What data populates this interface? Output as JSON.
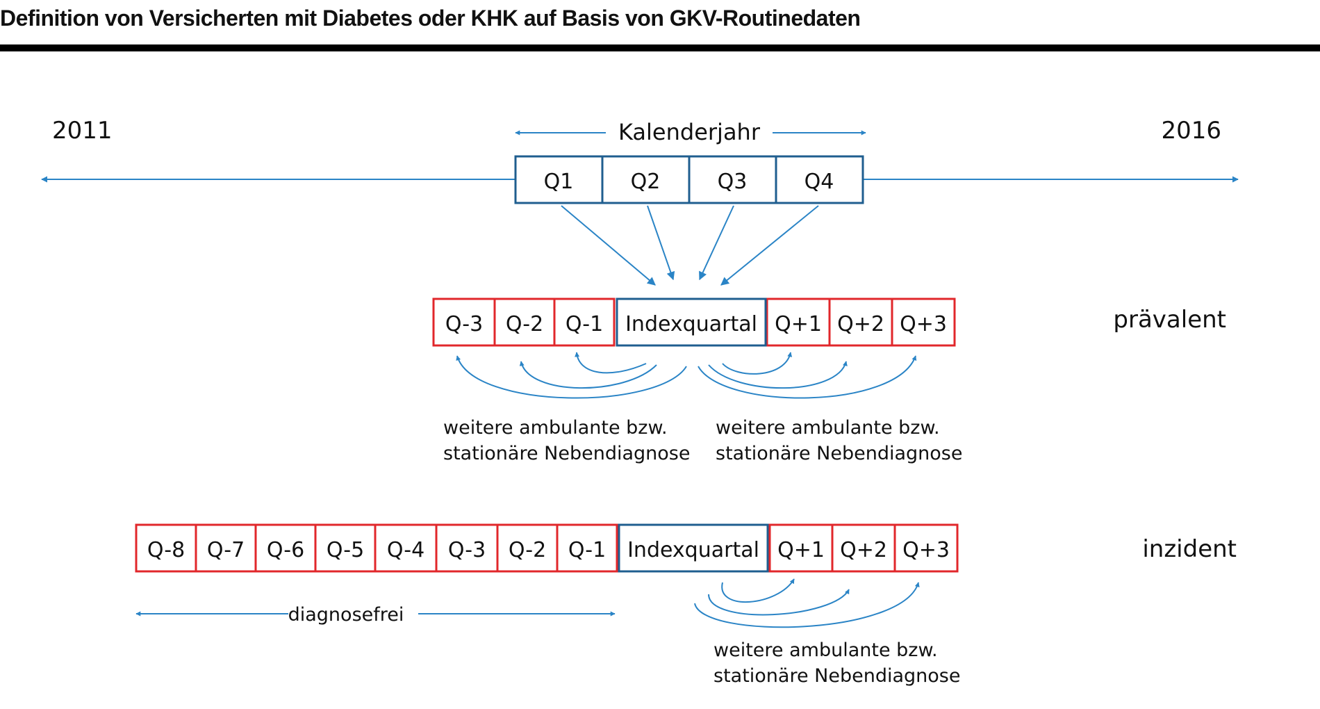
{
  "title": "Definition von Versicherten mit Diabetes oder KHK auf Basis von GKV-Routinedaten",
  "colors": {
    "blue": "#2a84c6",
    "darkblue": "#1f5e8f",
    "red": "#e1272b",
    "text": "#111111"
  },
  "timeline": {
    "start_year": "2011",
    "end_year": "2016",
    "calendar_label": "Kalenderjahr",
    "quarters": [
      "Q1",
      "Q2",
      "Q3",
      "Q4"
    ]
  },
  "prevalent": {
    "label": "prävalent",
    "before": [
      "Q-3",
      "Q-2",
      "Q-1"
    ],
    "index": "Indexquartal",
    "after": [
      "Q+1",
      "Q+2",
      "Q+3"
    ],
    "note_left_1": "weitere ambulante bzw.",
    "note_left_2": "stationäre Nebendiagnose",
    "note_right_1": "weitere ambulante bzw.",
    "note_right_2": "stationäre Nebendiagnose"
  },
  "incident": {
    "label": "inzident",
    "before": [
      "Q-8",
      "Q-7",
      "Q-6",
      "Q-5",
      "Q-4",
      "Q-3",
      "Q-2",
      "Q-1"
    ],
    "index": "Indexquartal",
    "after": [
      "Q+1",
      "Q+2",
      "Q+3"
    ],
    "free_label": "diagnosefrei",
    "note_1": "weitere ambulante bzw.",
    "note_2": "stationäre Nebendiagnose"
  }
}
